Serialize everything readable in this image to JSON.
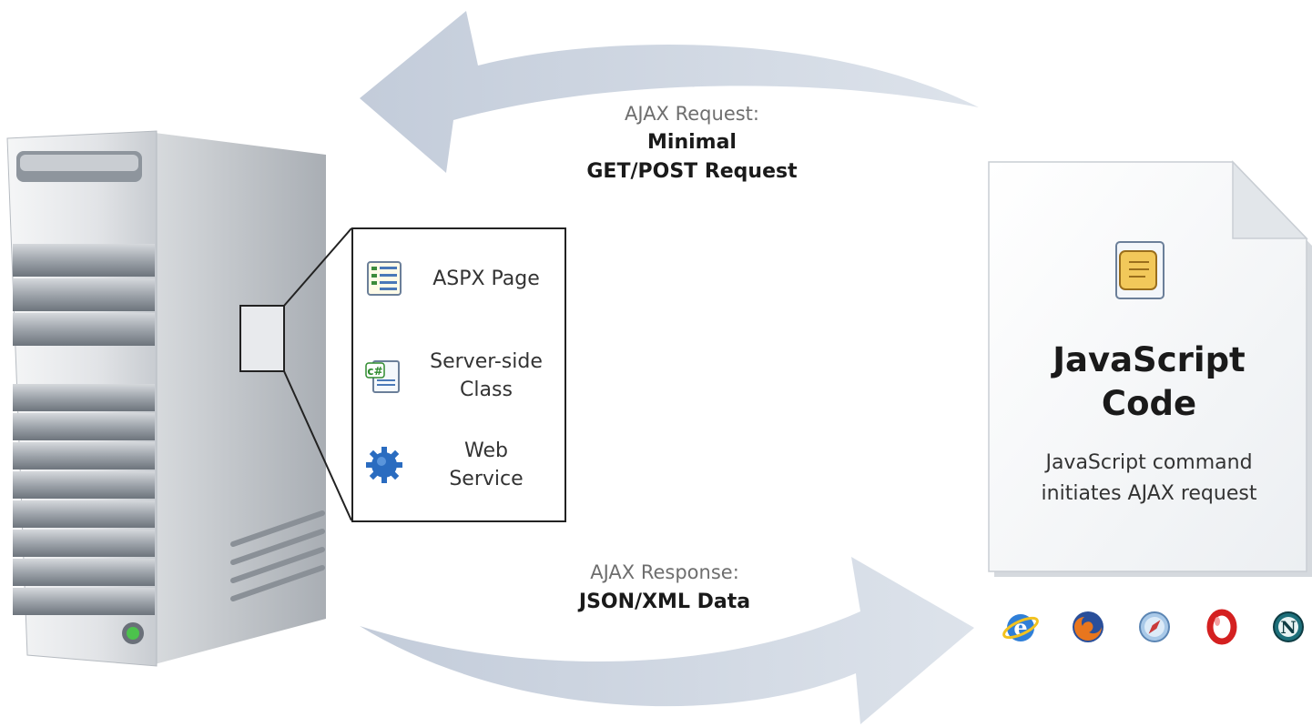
{
  "request": {
    "title": "AJAX Request:",
    "line1": "Minimal",
    "line2": "GET/POST Request"
  },
  "response": {
    "title": "AJAX Response:",
    "line1": "JSON/XML Data"
  },
  "server_components": {
    "aspx_page": "ASPX Page",
    "server_class_line1": "Server-side",
    "server_class_line2": "Class",
    "web_service_line1": "Web",
    "web_service_line2": "Service"
  },
  "client": {
    "title_line1": "JavaScript",
    "title_line2": "Code",
    "desc_line1": "JavaScript command",
    "desc_line2": "initiates AJAX request"
  },
  "browser_icons": [
    "internet-explorer-icon",
    "firefox-icon",
    "safari-icon",
    "opera-icon",
    "netscape-icon"
  ],
  "colors": {
    "arrow": "#c9d2de",
    "server_body": "#e4e6e9",
    "power_led": "#4cc24c",
    "gear": "#2a6cc0"
  }
}
